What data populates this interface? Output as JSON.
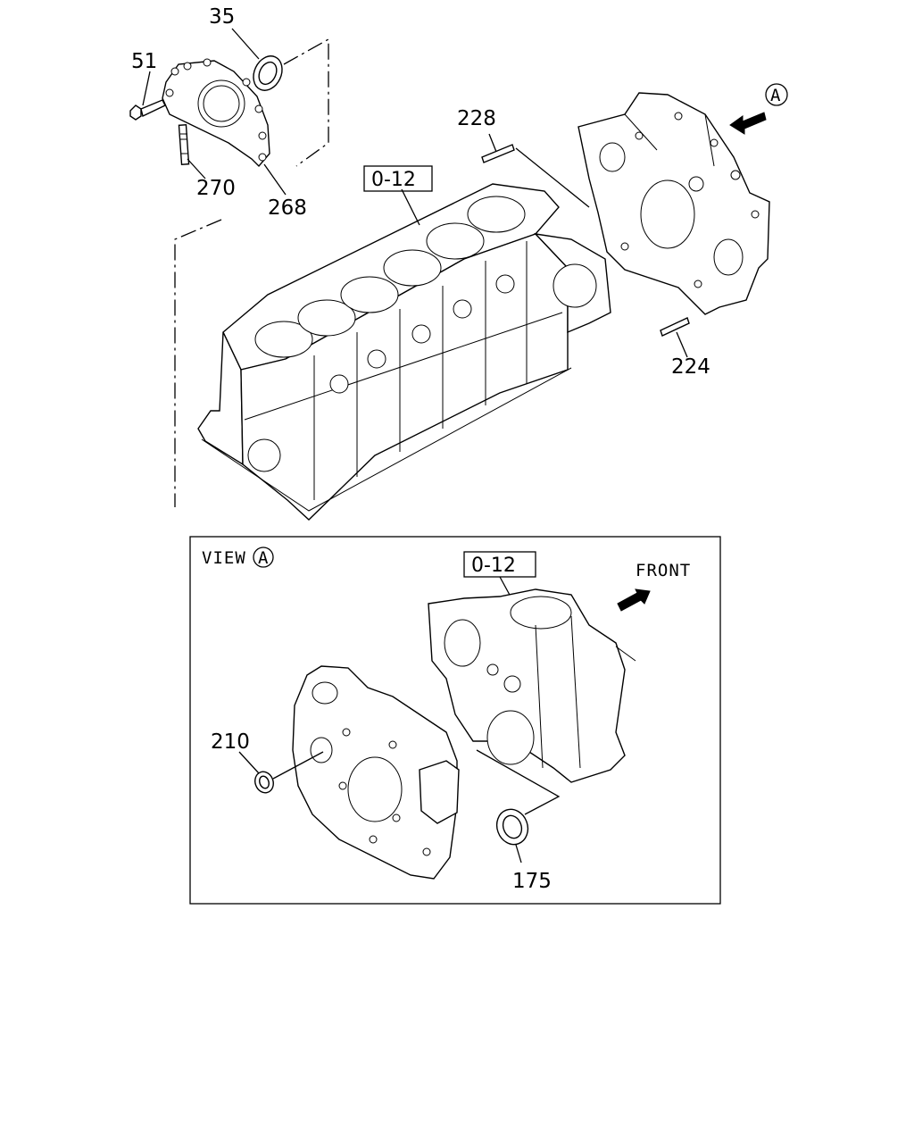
{
  "callouts": {
    "p35": "35",
    "p51": "51",
    "p270": "270",
    "p268": "268",
    "p228": "228",
    "p224": "224",
    "ref_block_top": "0-12",
    "ref_block_view": "0-12",
    "p210": "210",
    "p175": "175"
  },
  "markers": {
    "view_a_marker": "A",
    "view_label": "VIEW",
    "view_label_marker": "A",
    "front_label": "FRONT"
  }
}
